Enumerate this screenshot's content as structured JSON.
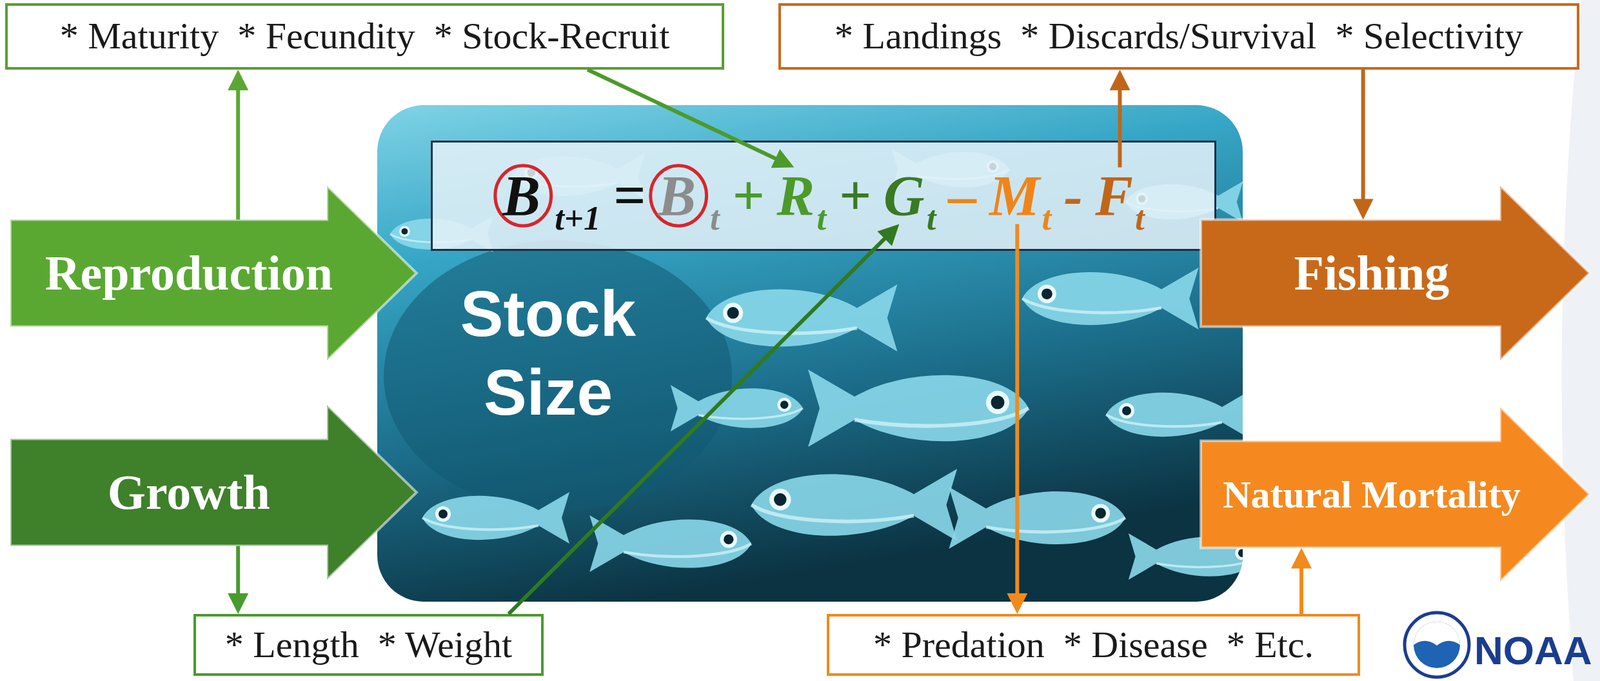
{
  "diagram": {
    "nodes": [
      {
        "text": [
          "* Maturity  * Fecundity  * Stock-Recruit"
        ]
      },
      {
        "text": [
          "* Landings  * Discards/Survival  * Selectivity"
        ]
      },
      {
        "text": [
          "Stock Size"
        ]
      },
      {
        "text": [
          "=",
          "+",
          "+",
          "–",
          "-"
        ],
        "in": 2
      },
      {
        "text": [
          "B",
          "t+1"
        ],
        "in": 3
      },
      {
        "text": [
          "B",
          "t"
        ],
        "in": 3
      },
      {
        "text": [
          "R",
          "t"
        ],
        "in": 3
      },
      {
        "text": [
          "G",
          "t"
        ],
        "in": 3
      },
      {
        "text": [
          "M",
          "t"
        ],
        "in": 3
      },
      {
        "text": [
          "F",
          "t"
        ],
        "in": 3
      },
      {
        "text": [
          "Reproduction"
        ]
      },
      {
        "text": [
          "Fishing"
        ]
      },
      {
        "text": [
          "Growth"
        ]
      },
      {
        "text": [
          "Natural Mortality"
        ]
      },
      {
        "text": [
          "* Length  * Weight"
        ]
      },
      {
        "text": [
          "* Predation  * Disease  * Etc."
        ]
      }
    ],
    "edges": [
      {
        "from": 10,
        "to": 0,
        "arrow": "to"
      },
      {
        "from": 0,
        "to": 6,
        "arrow": "to"
      },
      {
        "from": 9,
        "to": 1,
        "arrow": "to"
      },
      {
        "from": 1,
        "to": 11,
        "arrow": "to"
      },
      {
        "from": 12,
        "to": 14,
        "arrow": "to"
      },
      {
        "from": 14,
        "to": 7,
        "arrow": "to"
      },
      {
        "from": 8,
        "to": 15,
        "arrow": "to"
      },
      {
        "from": 15,
        "to": 13,
        "arrow": "to"
      }
    ],
    "labels": [
      "NOAA"
    ]
  }
}
